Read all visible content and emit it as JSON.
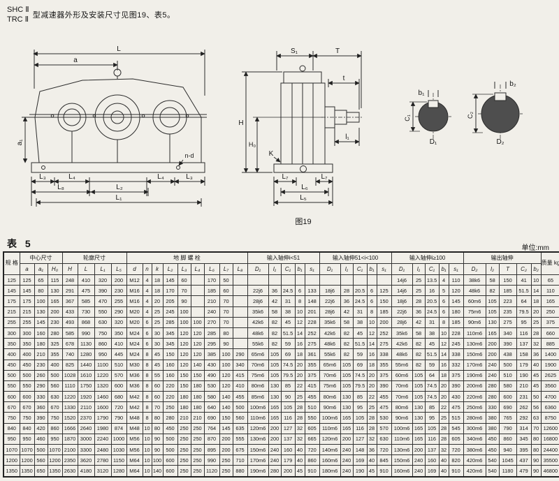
{
  "header": {
    "model_1": "SHC Ⅱ",
    "model_2": "TRC Ⅱ",
    "description": "型减速器外形及安装尺寸见图19、表5。"
  },
  "table_title": "表 5",
  "unit": "单位:mm",
  "figure": {
    "caption": "图19",
    "side_view": {
      "dim_L": "L",
      "dim_a": "a",
      "dim_a1": "a₁",
      "hole_note": "n-d",
      "dim_L3_left": "L₃",
      "dim_L4_left": "L₄",
      "dim_L4_right": "L₄",
      "dim_L3_right": "L₃",
      "dim_L8": "L₈",
      "dim_L2": "L₂",
      "dim_L1": "L₁"
    },
    "end_view": {
      "dim_S1": "S₁",
      "dim_T": "T",
      "dim_t": "t",
      "dim_H": "H",
      "dim_H0": "H₀",
      "dim_l1": "l₁",
      "label_K": "K",
      "dim_L7_left": "L₇",
      "dim_L7_right": "L₇",
      "dim_L6": "L₆",
      "dim_L5": "L₅"
    },
    "shaft_section_1": {
      "dim_b1": "b₁",
      "dim_C1": "C₁",
      "dim_D1": "D₁"
    },
    "shaft_section_2": {
      "dim_b2": "b₂",
      "dim_C2": "C₂",
      "dim_D2": "D₂"
    }
  },
  "table": {
    "spec_header": "规\n格",
    "mass_header": "质量\nkg",
    "groups": [
      "中心尺寸",
      "轮廓尺寸",
      "地  脚  螺  栓",
      "输入轴伸i<51",
      "输入轴伸51<i<100",
      "输入轴伸i≥100",
      "输出轴伸"
    ],
    "sub_headers": [
      "a",
      "a₁",
      "H₀",
      "H",
      "L",
      "L₁",
      "L₅",
      "d",
      "n",
      "k",
      "L₂",
      "L₃",
      "L₄",
      "L₆",
      "L₇",
      "L₈",
      "D₁",
      "l₁",
      "C₁",
      "b₁",
      "s₁",
      "D₁",
      "l₁",
      "C₁",
      "b₁",
      "s₁",
      "D₁",
      "l₁",
      "C₁",
      "b₁",
      "s₁",
      "D₂",
      "l₂",
      "T",
      "C₂",
      "b₂"
    ],
    "rows": [
      [
        "125",
        "125",
        "65",
        "115",
        "248",
        "410",
        "320",
        "200",
        "M12",
        "4",
        "18",
        "145",
        "60",
        "",
        "170",
        "50",
        "",
        "",
        "",
        "",
        "",
        "",
        "",
        "",
        "",
        "",
        "",
        "14j6",
        "25",
        "13.5",
        "4",
        "110",
        "38k6",
        "58",
        "150",
        "41",
        "10",
        "65"
      ],
      [
        "145",
        "145",
        "80",
        "130",
        "291",
        "475",
        "390",
        "230",
        "M16",
        "4",
        "18",
        "170",
        "70",
        "",
        "185",
        "60",
        "",
        "22j6",
        "36",
        "24.5",
        "6",
        "133",
        "18j6",
        "28",
        "20.5",
        "6",
        "125",
        "14j6",
        "25",
        "16",
        "5",
        "120",
        "48k6",
        "82",
        "185",
        "51.5",
        "14",
        "110"
      ],
      [
        "175",
        "175",
        "100",
        "165",
        "367",
        "585",
        "470",
        "255",
        "M16",
        "4",
        "20",
        "205",
        "90",
        "",
        "210",
        "70",
        "",
        "28j6",
        "42",
        "31",
        "8",
        "148",
        "22j6",
        "36",
        "24.5",
        "6",
        "150",
        "18j6",
        "28",
        "20.5",
        "6",
        "145",
        "60m6",
        "105",
        "223",
        "64",
        "18",
        "165"
      ],
      [
        "215",
        "215",
        "130",
        "200",
        "433",
        "730",
        "550",
        "290",
        "M20",
        "4",
        "25",
        "245",
        "100",
        "",
        "240",
        "70",
        "",
        "35k6",
        "58",
        "38",
        "10",
        "201",
        "28j6",
        "42",
        "31",
        "8",
        "185",
        "22j6",
        "36",
        "24.5",
        "6",
        "180",
        "75m6",
        "105",
        "235",
        "79.5",
        "20",
        "250"
      ],
      [
        "255",
        "255",
        "145",
        "230",
        "493",
        "868",
        "630",
        "320",
        "M20",
        "6",
        "25",
        "285",
        "100",
        "100",
        "270",
        "70",
        "",
        "42k6",
        "82",
        "45",
        "12",
        "228",
        "35k6",
        "58",
        "38",
        "10",
        "200",
        "28j6",
        "42",
        "31",
        "8",
        "185",
        "90m6",
        "130",
        "275",
        "95",
        "25",
        "375"
      ],
      [
        "300",
        "300",
        "160",
        "280",
        "585",
        "990",
        "750",
        "350",
        "M24",
        "6",
        "30",
        "345",
        "120",
        "120",
        "285",
        "80",
        "",
        "48k6",
        "82",
        "51.5",
        "14",
        "252",
        "42k6",
        "82",
        "45",
        "12",
        "252",
        "35k6",
        "58",
        "38",
        "10",
        "228",
        "110m6",
        "165",
        "340",
        "116",
        "28",
        "660"
      ],
      [
        "350",
        "350",
        "180",
        "325",
        "678",
        "1130",
        "860",
        "410",
        "M24",
        "6",
        "30",
        "345",
        "120",
        "120",
        "295",
        "90",
        "",
        "55k6",
        "82",
        "59",
        "16",
        "275",
        "48k6",
        "82",
        "51.5",
        "14",
        "275",
        "42k6",
        "82",
        "45",
        "12",
        "245",
        "130m6",
        "200",
        "390",
        "137",
        "32",
        "885"
      ],
      [
        "400",
        "400",
        "210",
        "355",
        "740",
        "1280",
        "950",
        "445",
        "M24",
        "8",
        "45",
        "150",
        "120",
        "120",
        "385",
        "100",
        "290",
        "65m6",
        "105",
        "69",
        "18",
        "361",
        "55k6",
        "82",
        "59",
        "16",
        "338",
        "48k6",
        "82",
        "51.5",
        "14",
        "338",
        "150m6",
        "200",
        "438",
        "158",
        "36",
        "1400"
      ],
      [
        "450",
        "450",
        "230",
        "400",
        "825",
        "1440",
        "1100",
        "510",
        "M30",
        "8",
        "45",
        "160",
        "120",
        "140",
        "430",
        "100",
        "340",
        "70m6",
        "105",
        "74.5",
        "20",
        "355",
        "65m6",
        "105",
        "69",
        "18",
        "355",
        "55m6",
        "82",
        "59",
        "16",
        "332",
        "170m6",
        "240",
        "500",
        "179",
        "40",
        "1900"
      ],
      [
        "500",
        "500",
        "260",
        "500",
        "1028",
        "1610",
        "1220",
        "570",
        "M36",
        "8",
        "55",
        "160",
        "150",
        "150",
        "490",
        "120",
        "415",
        "75m6",
        "105",
        "79.5",
        "20",
        "375",
        "70m6",
        "105",
        "74.5",
        "20",
        "375",
        "60m6",
        "105",
        "64",
        "18",
        "375",
        "190m6",
        "240",
        "510",
        "190",
        "45",
        "2625"
      ],
      [
        "550",
        "550",
        "290",
        "560",
        "1110",
        "1750",
        "1320",
        "600",
        "M36",
        "8",
        "60",
        "220",
        "150",
        "180",
        "530",
        "120",
        "410",
        "80m6",
        "130",
        "85",
        "22",
        "415",
        "75m6",
        "105",
        "79.5",
        "20",
        "390",
        "70m6",
        "105",
        "74.5",
        "20",
        "390",
        "200m6",
        "280",
        "580",
        "210",
        "45",
        "3560"
      ],
      [
        "600",
        "600",
        "330",
        "630",
        "1220",
        "1920",
        "1460",
        "680",
        "M42",
        "8",
        "60",
        "220",
        "180",
        "180",
        "580",
        "140",
        "455",
        "85m6",
        "130",
        "90",
        "25",
        "455",
        "80m6",
        "130",
        "85",
        "22",
        "455",
        "70m6",
        "105",
        "74.5",
        "20",
        "430",
        "220m6",
        "280",
        "600",
        "231",
        "50",
        "4700"
      ],
      [
        "670",
        "670",
        "360",
        "670",
        "1330",
        "2110",
        "1600",
        "720",
        "M42",
        "8",
        "70",
        "250",
        "180",
        "180",
        "640",
        "140",
        "500",
        "100m6",
        "165",
        "105",
        "28",
        "510",
        "90m6",
        "130",
        "95",
        "25",
        "475",
        "80m6",
        "130",
        "85",
        "22",
        "475",
        "250m6",
        "330",
        "690",
        "262",
        "56",
        "6360"
      ],
      [
        "750",
        "750",
        "390",
        "750",
        "1520",
        "2370",
        "1790",
        "790",
        "M48",
        "8",
        "80",
        "280",
        "210",
        "210",
        "690",
        "150",
        "560",
        "110m6",
        "165",
        "116",
        "28",
        "550",
        "100m6",
        "165",
        "105",
        "28",
        "530",
        "90m6",
        "130",
        "95",
        "25",
        "515",
        "280m6",
        "380",
        "765",
        "292",
        "63",
        "8750"
      ],
      [
        "840",
        "840",
        "420",
        "860",
        "1666",
        "2640",
        "1980",
        "874",
        "M48",
        "10",
        "80",
        "450",
        "250",
        "250",
        "764",
        "145",
        "635",
        "120m6",
        "200",
        "127",
        "32",
        "605",
        "110m6",
        "165",
        "116",
        "28",
        "570",
        "100m6",
        "165",
        "105",
        "28",
        "545",
        "300m6",
        "380",
        "790",
        "314",
        "70",
        "12600"
      ],
      [
        "950",
        "950",
        "460",
        "950",
        "1870",
        "3000",
        "2240",
        "1000",
        "M56",
        "10",
        "90",
        "500",
        "250",
        "250",
        "870",
        "200",
        "555",
        "130m6",
        "200",
        "137",
        "32",
        "665",
        "120m6",
        "200",
        "127",
        "32",
        "630",
        "110m6",
        "165",
        "116",
        "28",
        "605",
        "340m6",
        "450",
        "860",
        "345",
        "80",
        "16800"
      ],
      [
        "1070",
        "1070",
        "500",
        "1070",
        "2100",
        "3300",
        "2480",
        "1030",
        "M56",
        "10",
        "90",
        "500",
        "250",
        "250",
        "895",
        "200",
        "675",
        "150m6",
        "240",
        "160",
        "40",
        "720",
        "140m6",
        "240",
        "148",
        "36",
        "720",
        "130m6",
        "200",
        "137",
        "32",
        "720",
        "380m6",
        "450",
        "940",
        "395",
        "80",
        "24400"
      ],
      [
        "1200",
        "1200",
        "560",
        "1200",
        "2350",
        "3620",
        "2780",
        "1150",
        "M64",
        "10",
        "100",
        "600",
        "250",
        "250",
        "990",
        "250",
        "710",
        "170m6",
        "240",
        "179",
        "40",
        "860",
        "160m6",
        "240",
        "169",
        "40",
        "845",
        "150m6",
        "240",
        "160",
        "40",
        "820",
        "420m6",
        "540",
        "1045",
        "437",
        "90",
        "35500"
      ],
      [
        "1350",
        "1350",
        "650",
        "1350",
        "2630",
        "4180",
        "3120",
        "1280",
        "M64",
        "10",
        "140",
        "600",
        "250",
        "250",
        "1120",
        "250",
        "880",
        "190m6",
        "280",
        "200",
        "45",
        "910",
        "180m6",
        "240",
        "190",
        "45",
        "910",
        "160m6",
        "240",
        "169",
        "40",
        "910",
        "420m6",
        "540",
        "1180",
        "479",
        "90",
        "46800"
      ]
    ]
  }
}
